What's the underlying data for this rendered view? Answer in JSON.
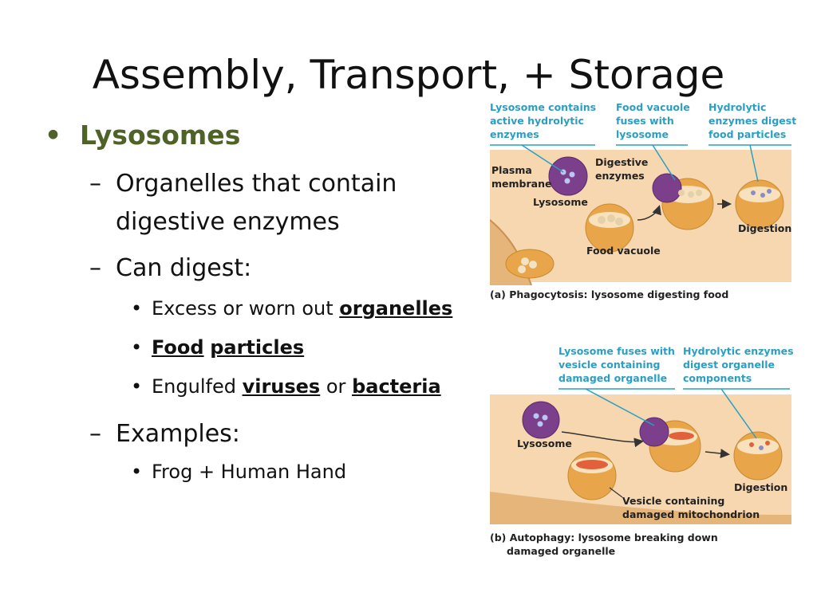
{
  "slide": {
    "title": "Assembly, Transport, + Storage",
    "bullet_lysosomes": "Lysosomes",
    "sub1_line1": "Organelles that contain",
    "sub1_line2": "digestive enzymes",
    "sub2": "Can digest:",
    "item1_prefix": "Excess or worn out",
    "item1_bold": "organelles",
    "item2_a": "Food",
    "item2_b": "particles",
    "item3_prefix": "Engulfed",
    "item3_a": "viruses",
    "item3_mid": "or",
    "item3_b": "bacteria",
    "sub3": "Examples:",
    "example1": "Frog + Human Hand",
    "dash": "–",
    "dot": "•"
  },
  "figure_a": {
    "cap1_l1": "Lysosome contains",
    "cap1_l2": "active hydrolytic",
    "cap1_l3": "enzymes",
    "cap2_l1": "Food vacuole",
    "cap2_l2": "fuses with",
    "cap2_l3": "lysosome",
    "cap3_l1": "Hydrolytic",
    "cap3_l2": "enzymes digest",
    "cap3_l3": "food particles",
    "plasma_l1": "Plasma",
    "plasma_l2": "membrane",
    "digestive_l1": "Digestive",
    "digestive_l2": "enzymes",
    "lysosome": "Lysosome",
    "digestion": "Digestion",
    "food_vacuole": "Food vacuole",
    "caption": "(a) Phagocytosis: lysosome digesting food"
  },
  "figure_b": {
    "cap1_l1": "Lysosome fuses with",
    "cap1_l2": "vesicle containing",
    "cap1_l3": "damaged organelle",
    "cap2_l1": "Hydrolytic enzymes",
    "cap2_l2": "digest organelle",
    "cap2_l3": "components",
    "lysosome": "Lysosome",
    "digestion": "Digestion",
    "vesicle_l1": "Vesicle containing",
    "vesicle_l2": "damaged mitochondrion",
    "caption_l1": "(b) Autophagy: lysosome breaking down",
    "caption_l2": "damaged organelle"
  },
  "colors": {
    "heading_green": "#4f6228",
    "caption_blue": "#2a9fc4",
    "lysosome_purple": "#7b3f8c",
    "vacuole_orange": "#e8a54a",
    "panel_bg": "#f6d7b0"
  }
}
